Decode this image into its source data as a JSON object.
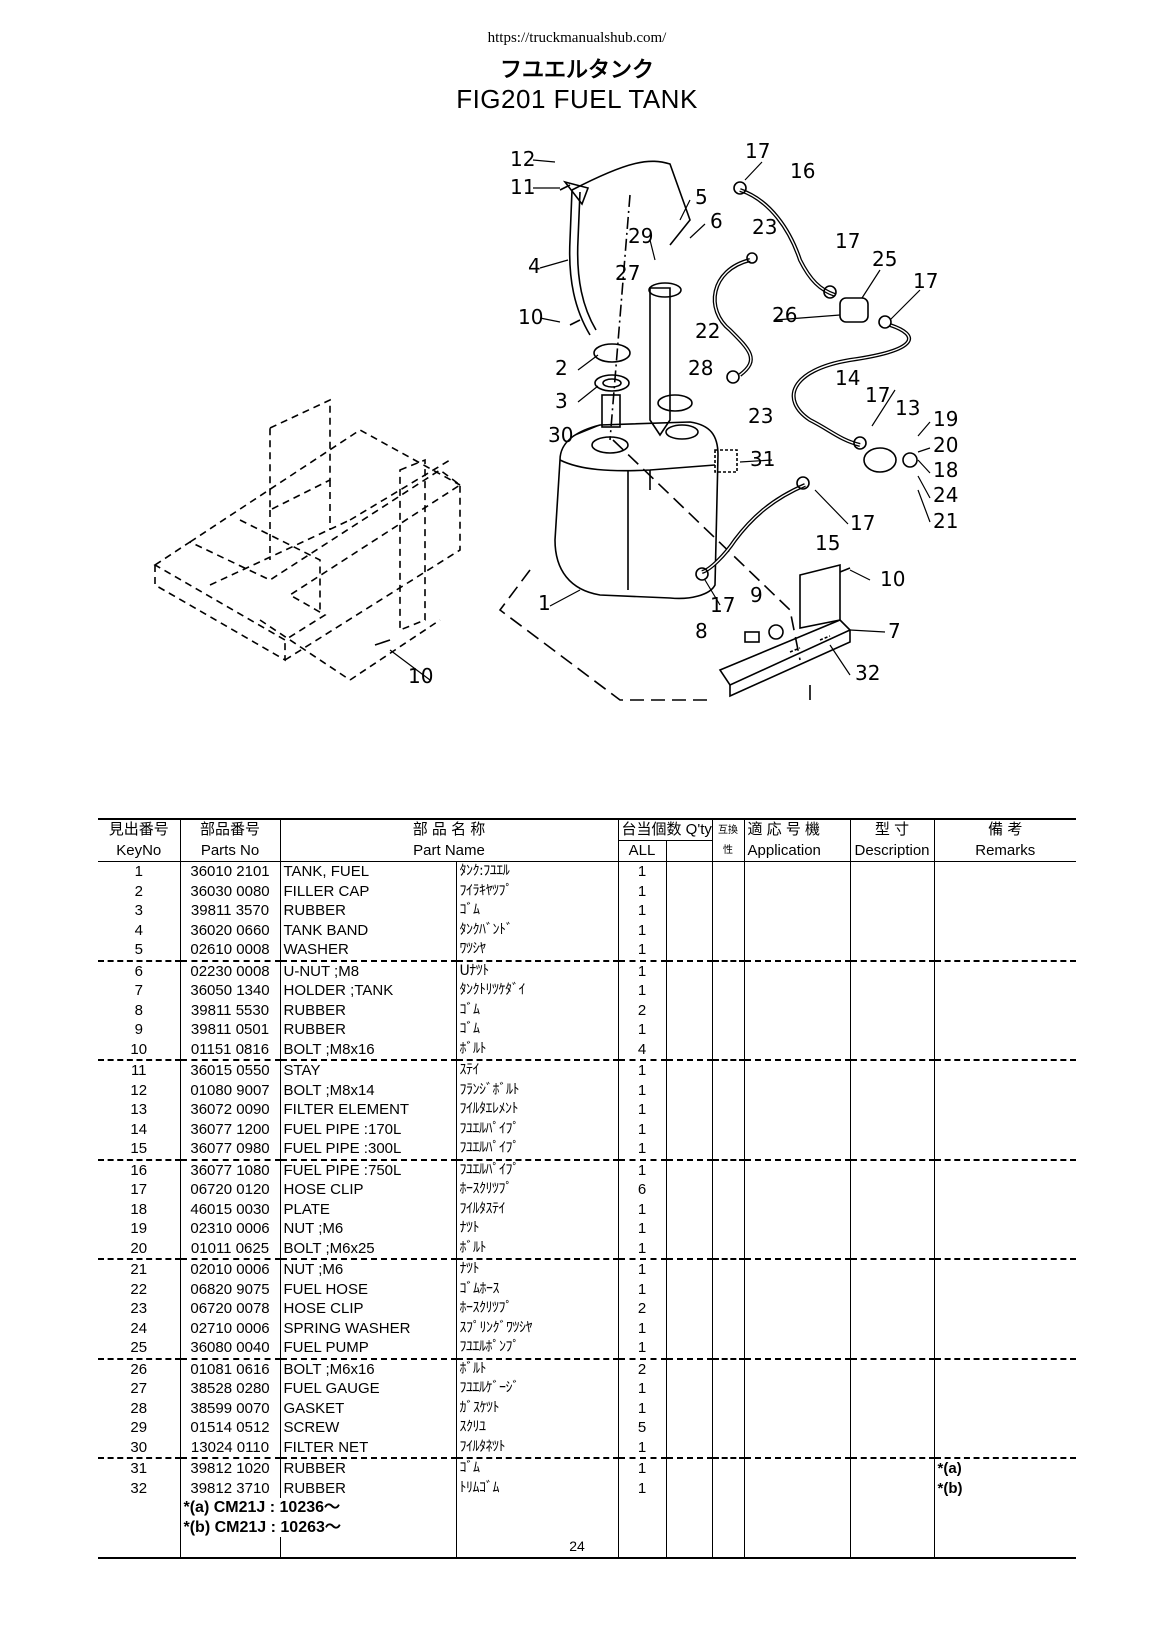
{
  "header": {
    "url": "https://truckmanualshub.com/",
    "title_jp": "フユエルタンク",
    "title_en": "FIG201   FUEL TANK"
  },
  "diagram": {
    "callouts": [
      "1",
      "2",
      "3",
      "4",
      "5",
      "6",
      "7",
      "8",
      "9",
      "10",
      "10",
      "10",
      "11",
      "12",
      "13",
      "14",
      "15",
      "16",
      "17",
      "17",
      "17",
      "17",
      "17",
      "17",
      "18",
      "19",
      "20",
      "21",
      "22",
      "23",
      "23",
      "24",
      "25",
      "26",
      "27",
      "28",
      "29",
      "30",
      "31",
      "32"
    ]
  },
  "table": {
    "headers_jp": {
      "keyno": "見出番号",
      "partsno": "部品番号",
      "partname": "部 品 名 称",
      "qty": "台当個数  Q'ty",
      "interchange": "互換性",
      "application": "適 応 号 機",
      "description": "型   寸",
      "remarks": "備   考"
    },
    "headers_en": {
      "keyno": "KeyNo",
      "partsno": "Parts No",
      "partname": "Part Name",
      "qty_all": "ALL",
      "application": "Application",
      "description": "Description",
      "remarks": "Remarks"
    },
    "rows": [
      {
        "key": "1",
        "pno": "36010 2101",
        "name": "TANK, FUEL",
        "jp": "ﾀﾝｸ:ﾌﾕｴﾙ",
        "qty": "1",
        "rem": ""
      },
      {
        "key": "2",
        "pno": "36030 0080",
        "name": "FILLER CAP",
        "jp": "ﾌｲﾗｷﾔﾂﾌﾟ",
        "qty": "1",
        "rem": ""
      },
      {
        "key": "3",
        "pno": "39811 3570",
        "name": "RUBBER",
        "jp": "ｺﾞﾑ",
        "qty": "1",
        "rem": ""
      },
      {
        "key": "4",
        "pno": "36020 0660",
        "name": "TANK BAND",
        "jp": "ﾀﾝｸﾊﾞﾝﾄﾞ",
        "qty": "1",
        "rem": ""
      },
      {
        "key": "5",
        "pno": "02610 0008",
        "name": "WASHER",
        "jp": "ﾜﾂｼﾔ",
        "qty": "1",
        "rem": ""
      },
      {
        "key": "6",
        "pno": "02230 0008",
        "name": "U-NUT ;M8",
        "jp": "Uﾅﾂﾄ",
        "qty": "1",
        "rem": ""
      },
      {
        "key": "7",
        "pno": "36050 1340",
        "name": "HOLDER ;TANK",
        "jp": "ﾀﾝｸﾄﾘﾂｹﾀﾞｲ",
        "qty": "1",
        "rem": ""
      },
      {
        "key": "8",
        "pno": "39811 5530",
        "name": "RUBBER",
        "jp": "ｺﾞﾑ",
        "qty": "2",
        "rem": ""
      },
      {
        "key": "9",
        "pno": "39811 0501",
        "name": "RUBBER",
        "jp": "ｺﾞﾑ",
        "qty": "1",
        "rem": ""
      },
      {
        "key": "10",
        "pno": "01151 0816",
        "name": "BOLT ;M8x16",
        "jp": "ﾎﾞﾙﾄ",
        "qty": "4",
        "rem": ""
      },
      {
        "key": "11",
        "pno": "36015 0550",
        "name": "STAY",
        "jp": "ｽﾃｲ",
        "qty": "1",
        "rem": ""
      },
      {
        "key": "12",
        "pno": "01080 9007",
        "name": "BOLT ;M8x14",
        "jp": "ﾌﾗﾝｼﾞﾎﾞﾙﾄ",
        "qty": "1",
        "rem": ""
      },
      {
        "key": "13",
        "pno": "36072 0090",
        "name": "FILTER ELEMENT",
        "jp": "ﾌｲﾙﾀｴﾚﾒﾝﾄ",
        "qty": "1",
        "rem": ""
      },
      {
        "key": "14",
        "pno": "36077 1200",
        "name": "FUEL PIPE :170L",
        "jp": "ﾌﾕｴﾙﾊﾟｲﾌﾟ",
        "qty": "1",
        "rem": ""
      },
      {
        "key": "15",
        "pno": "36077 0980",
        "name": "FUEL PIPE :300L",
        "jp": "ﾌﾕｴﾙﾊﾟｲﾌﾟ",
        "qty": "1",
        "rem": ""
      },
      {
        "key": "16",
        "pno": "36077 1080",
        "name": "FUEL PIPE :750L",
        "jp": "ﾌﾕｴﾙﾊﾟｲﾌﾟ",
        "qty": "1",
        "rem": ""
      },
      {
        "key": "17",
        "pno": "06720 0120",
        "name": "HOSE CLIP",
        "jp": "ﾎｰｽｸﾘﾂﾌﾟ",
        "qty": "6",
        "rem": ""
      },
      {
        "key": "18",
        "pno": "46015 0030",
        "name": "PLATE",
        "jp": "ﾌｲﾙﾀｽﾃｲ",
        "qty": "1",
        "rem": ""
      },
      {
        "key": "19",
        "pno": "02310 0006",
        "name": "NUT ;M6",
        "jp": "ﾅﾂﾄ",
        "qty": "1",
        "rem": ""
      },
      {
        "key": "20",
        "pno": "01011 0625",
        "name": "BOLT ;M6x25",
        "jp": "ﾎﾞﾙﾄ",
        "qty": "1",
        "rem": ""
      },
      {
        "key": "21",
        "pno": "02010 0006",
        "name": "NUT ;M6",
        "jp": "ﾅﾂﾄ",
        "qty": "1",
        "rem": ""
      },
      {
        "key": "22",
        "pno": "06820 9075",
        "name": "FUEL HOSE",
        "jp": "ｺﾞﾑﾎｰｽ",
        "qty": "1",
        "rem": ""
      },
      {
        "key": "23",
        "pno": "06720 0078",
        "name": "HOSE CLIP",
        "jp": "ﾎｰｽｸﾘﾂﾌﾟ",
        "qty": "2",
        "rem": ""
      },
      {
        "key": "24",
        "pno": "02710 0006",
        "name": "SPRING WASHER",
        "jp": "ｽﾌﾟﾘﾝｸﾞﾜﾂｼﾔ",
        "qty": "1",
        "rem": ""
      },
      {
        "key": "25",
        "pno": "36080 0040",
        "name": "FUEL PUMP",
        "jp": "ﾌﾕｴﾙﾎﾟﾝﾌﾟ",
        "qty": "1",
        "rem": ""
      },
      {
        "key": "26",
        "pno": "01081 0616",
        "name": "BOLT ;M6x16",
        "jp": "ﾎﾞﾙﾄ",
        "qty": "2",
        "rem": ""
      },
      {
        "key": "27",
        "pno": "38528 0280",
        "name": "FUEL GAUGE",
        "jp": "ﾌﾕｴﾙｹﾞｰｼﾞ",
        "qty": "1",
        "rem": ""
      },
      {
        "key": "28",
        "pno": "38599 0070",
        "name": "GASKET",
        "jp": "ｶﾞｽｹﾂﾄ",
        "qty": "1",
        "rem": ""
      },
      {
        "key": "29",
        "pno": "01514 0512",
        "name": "SCREW",
        "jp": "ｽｸﾘﾕ",
        "qty": "5",
        "rem": ""
      },
      {
        "key": "30",
        "pno": "13024 0110",
        "name": "FILTER NET",
        "jp": "ﾌｲﾙﾀﾈﾂﾄ",
        "qty": "1",
        "rem": ""
      },
      {
        "key": "31",
        "pno": "39812 1020",
        "name": "RUBBER",
        "jp": "ｺﾞﾑ",
        "qty": "1",
        "rem": "*(a)"
      },
      {
        "key": "32",
        "pno": "39812 3710",
        "name": "RUBBER",
        "jp": "ﾄﾘﾑｺﾞﾑ",
        "qty": "1",
        "rem": "*(b)"
      }
    ],
    "notes": [
      "*(a) CM21J : 10236～",
      "*(b) CM21J : 10263～"
    ]
  },
  "footer": {
    "page": "24"
  }
}
